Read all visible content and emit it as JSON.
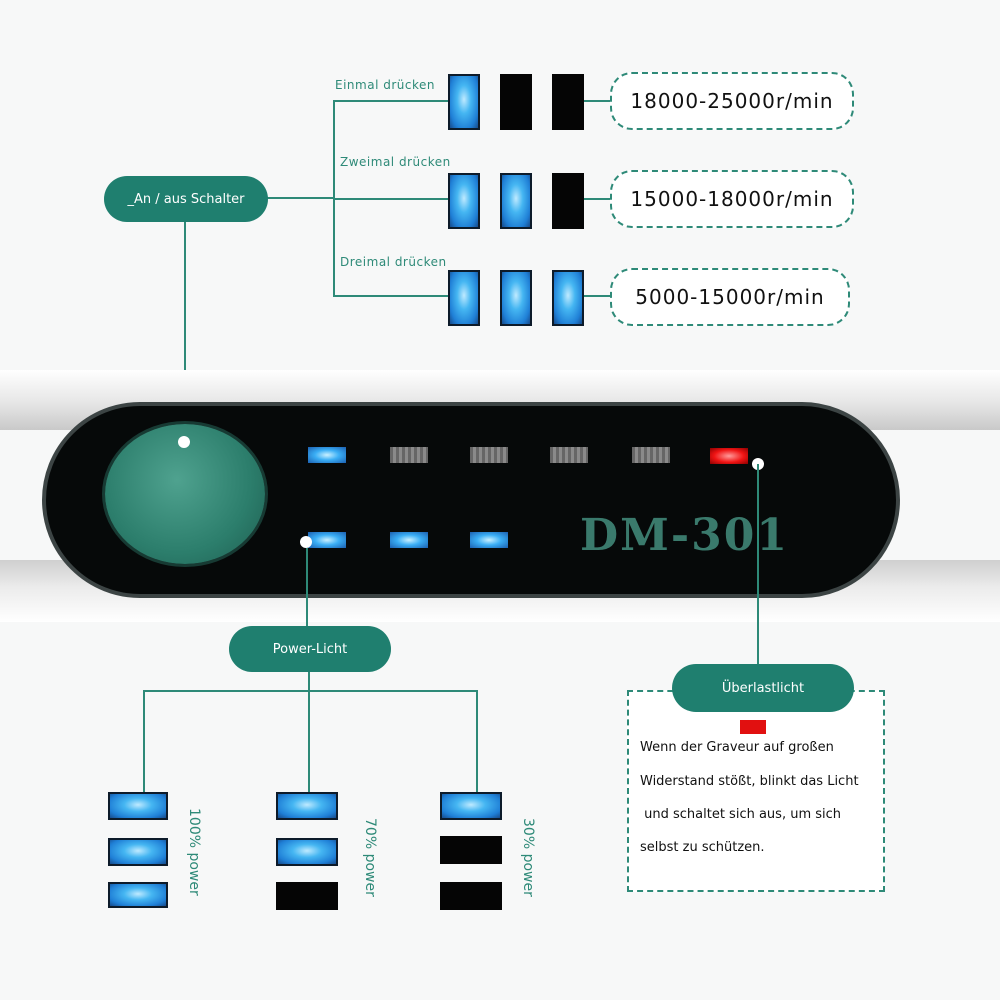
{
  "switch_label": "_An / aus Schalter",
  "press_rows": [
    {
      "label": "Einmal drücken",
      "leds": [
        "on",
        "off",
        "off"
      ],
      "speed": "18000-25000r/min"
    },
    {
      "label": "Zweimal drücken",
      "leds": [
        "on",
        "on",
        "off"
      ],
      "speed": "15000-18000r/min"
    },
    {
      "label": "Dreimal drücken",
      "leds": [
        "on",
        "on",
        "on"
      ],
      "speed": "5000-15000r/min"
    }
  ],
  "panel": {
    "model": "DM-301",
    "top_leds": [
      "blue",
      "grey",
      "grey",
      "grey",
      "grey",
      "red"
    ],
    "bottom_leds": [
      "blue",
      "blue",
      "blue"
    ]
  },
  "power_label": "Power-Licht",
  "power_levels": [
    {
      "label": "100% power",
      "leds": [
        "on",
        "on",
        "on"
      ]
    },
    {
      "label": "70% power",
      "leds": [
        "on",
        "on",
        "off"
      ]
    },
    {
      "label": "30% power",
      "leds": [
        "on",
        "off",
        "off"
      ]
    }
  ],
  "overload": {
    "title": "Überlastlicht",
    "lines": [
      "Wenn der Graveur auf großen",
      "Widerstand stößt, blinkt das Licht",
      " und schaltet sich aus, um sich",
      "selbst zu schützen."
    ]
  },
  "colors": {
    "accent": "#1f7f6f",
    "led_blue": "#3aaef5",
    "led_red": "#f01414",
    "panel": "#0a0e0e"
  }
}
